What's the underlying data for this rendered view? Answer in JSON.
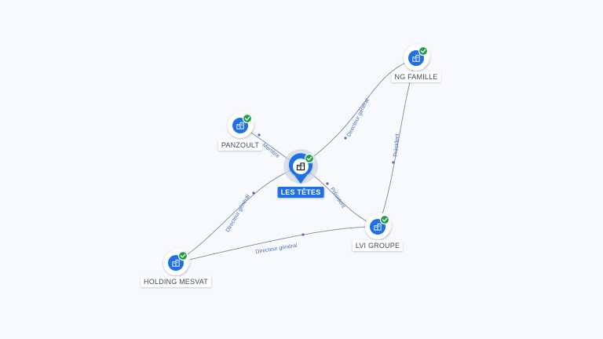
{
  "graph": {
    "nodes": [
      {
        "id": "les-tetes",
        "label": "LES TÊTES",
        "focus": true,
        "verified": true
      },
      {
        "id": "panzoult",
        "label": "PANZOULT",
        "focus": false,
        "verified": true
      },
      {
        "id": "ng-famille",
        "label": "NG FAMILLE",
        "focus": false,
        "verified": true
      },
      {
        "id": "lvi-groupe",
        "label": "LVI GROUPE",
        "focus": false,
        "verified": true
      },
      {
        "id": "holding-mesvat",
        "label": "HOLDING MESVAT",
        "focus": false,
        "verified": true
      }
    ],
    "edges": [
      {
        "from": "les-tetes",
        "to": "panzoult",
        "label": "Membre"
      },
      {
        "from": "les-tetes",
        "to": "ng-famille",
        "label": "Directeur général"
      },
      {
        "from": "les-tetes",
        "to": "lvi-groupe",
        "label": "Président"
      },
      {
        "from": "holding-mesvat",
        "to": "les-tetes",
        "label": "Directeur général"
      },
      {
        "from": "holding-mesvat",
        "to": "lvi-groupe",
        "label": "Directeur général"
      },
      {
        "from": "lvi-groupe",
        "to": "ng-famille",
        "label": "Président"
      }
    ]
  },
  "colors": {
    "edge": "#7f8aa0",
    "node_fill": "#1f6fe5",
    "check_badge": "#1e9e4a",
    "focus_label": "#1f6fe5",
    "edge_label": "#4d6fb5"
  },
  "icons": {
    "company": "building-icon",
    "verified": "check-badge-icon",
    "focus": "map-pin-icon"
  }
}
